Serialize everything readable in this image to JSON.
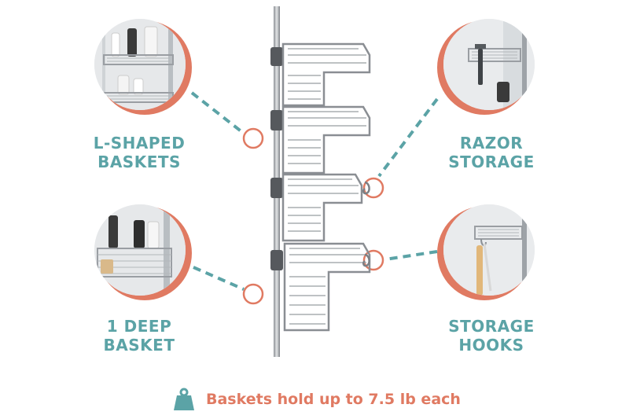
{
  "features": {
    "lshaped": {
      "line1": "L-SHAPED",
      "line2": "BASKETS"
    },
    "razor": {
      "line1": "RAZOR",
      "line2": "STORAGE"
    },
    "deep": {
      "line1": "1 DEEP",
      "line2": "BASKET"
    },
    "hooks": {
      "line1": "STORAGE",
      "line2": "HOOKS"
    }
  },
  "footer": {
    "text": "Baskets hold up to 7.5 lb each",
    "icon": "weight-icon"
  },
  "colors": {
    "teal": "#5ba3a6",
    "coral": "#e07a62",
    "chrome": "#9a9ea3"
  }
}
